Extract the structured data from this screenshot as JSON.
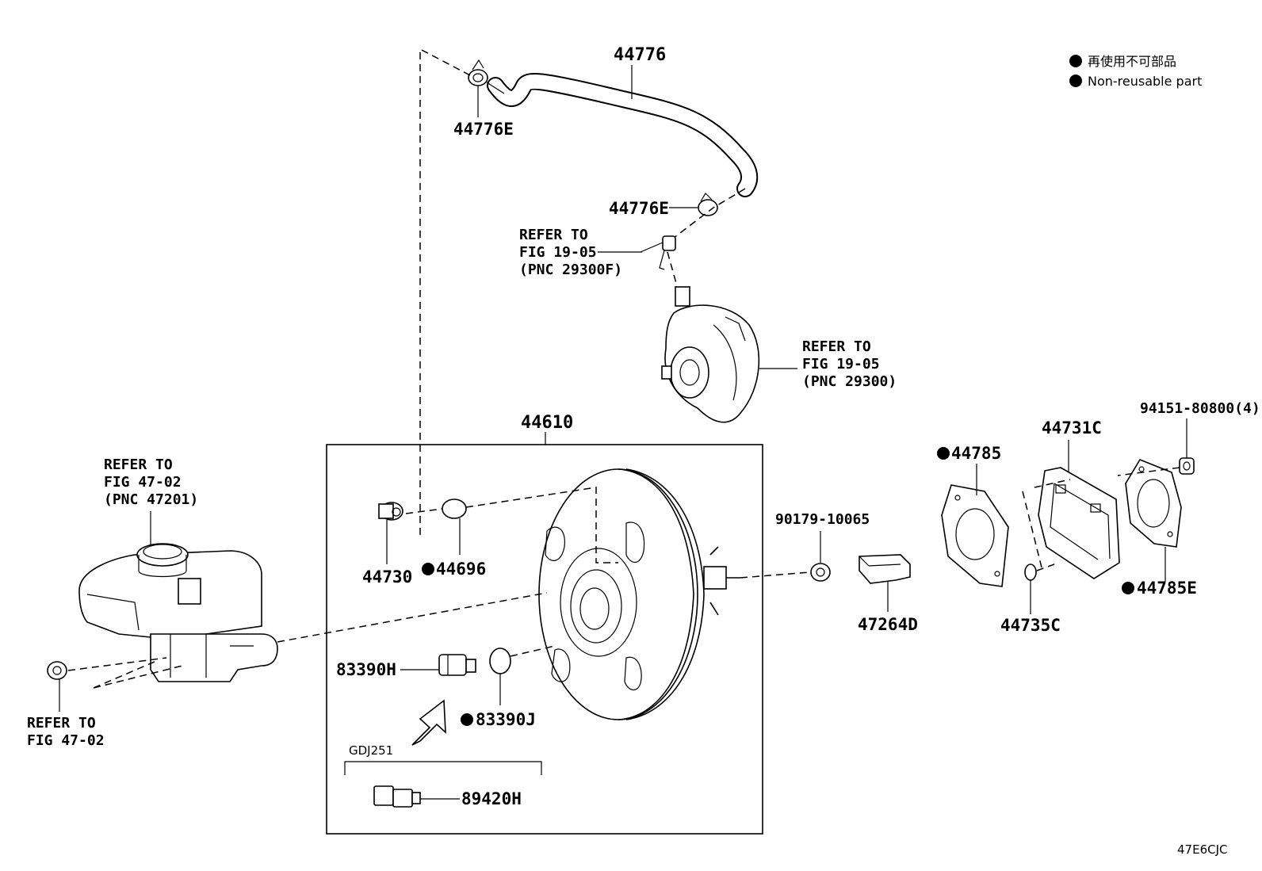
{
  "legend": {
    "line1": "再使用不可部品",
    "line2": "Non-reusable part"
  },
  "labels": {
    "p44776": "44776",
    "p44776e_top": "44776E",
    "p44776e_mid": "44776E",
    "refer_1905f": [
      "REFER TO",
      "FIG 19-05",
      "(PNC 29300F)"
    ],
    "refer_1905": [
      "REFER TO",
      "FIG 19-05",
      "(PNC 29300)"
    ],
    "p44610": "44610",
    "refer_4702_pnc": [
      "REFER TO",
      "FIG 47-02",
      "(PNC 47201)"
    ],
    "refer_4702": [
      "REFER TO",
      "FIG 47-02"
    ],
    "p44730": "44730",
    "p44696": "44696",
    "p83390h": "83390H",
    "p83390j": "83390J",
    "gdj251": "GDJ251",
    "p89420h": "89420H",
    "p90179": "90179-10065",
    "p47264d": "47264D",
    "p44785": "44785",
    "p44731c": "44731C",
    "p94151": "94151-80800(4)",
    "p44785e": "44785E",
    "p44735c": "44735C",
    "fig_code": "47E6CJC"
  },
  "non_reusable_parts": [
    "44696",
    "83390J",
    "44785",
    "44785E"
  ]
}
